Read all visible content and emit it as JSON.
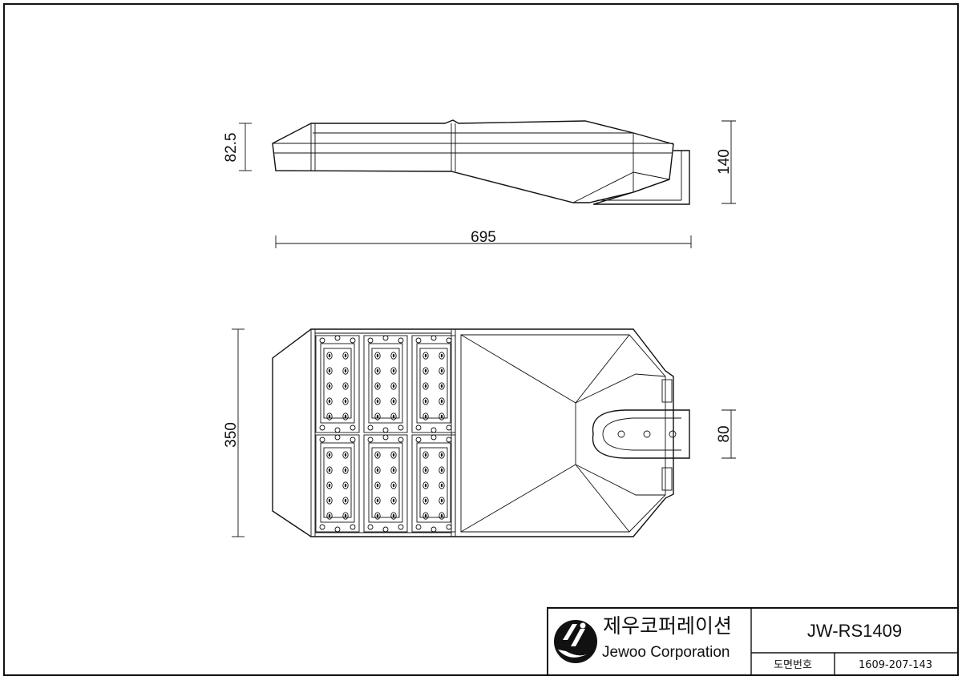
{
  "dimensions": {
    "side_height": "82.5",
    "total_height": "140",
    "length": "695",
    "width": "350",
    "arm_width": "80"
  },
  "title_block": {
    "company_ko": "제우코퍼레이션",
    "company_en": "Jewoo Corporation",
    "model": "JW-RS1409",
    "drawing_no_label": "도면번호",
    "drawing_no": "1609-207-143"
  },
  "icons": {
    "logo": "jewoo-logo-icon"
  }
}
